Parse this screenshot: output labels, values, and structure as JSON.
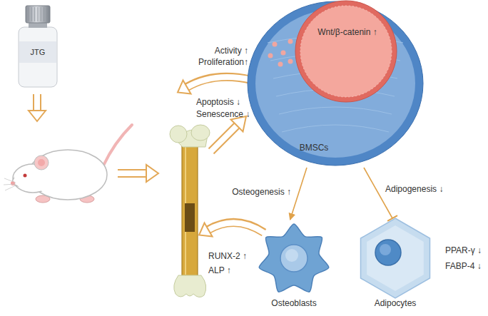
{
  "diagram": {
    "nodes": [
      {
        "text": [
          "JTG"
        ]
      },
      {
        "text": [
          "BMSCs"
        ]
      },
      {
        "text": [
          "Wnt/β-catenin ↑"
        ],
        "in": 1
      },
      {
        "text": [
          "Osteoblasts"
        ]
      },
      {
        "text": [
          "Adipocytes"
        ]
      }
    ],
    "edges": [
      {
        "from": 1,
        "to": 3,
        "label": "Osteogenesis ↑",
        "arrow": "to"
      },
      {
        "from": 1,
        "to": 4,
        "label": "Adipogenesis ↓",
        "arrow": "none"
      }
    ],
    "labels": [
      "Activity ↑",
      "Proliferation↑",
      "Apoptosis ↓",
      "Senescence ↓",
      "RUNX-2 ↑",
      "ALP ↑",
      "PPAR-γ ↓",
      "FABP-4 ↓"
    ]
  }
}
